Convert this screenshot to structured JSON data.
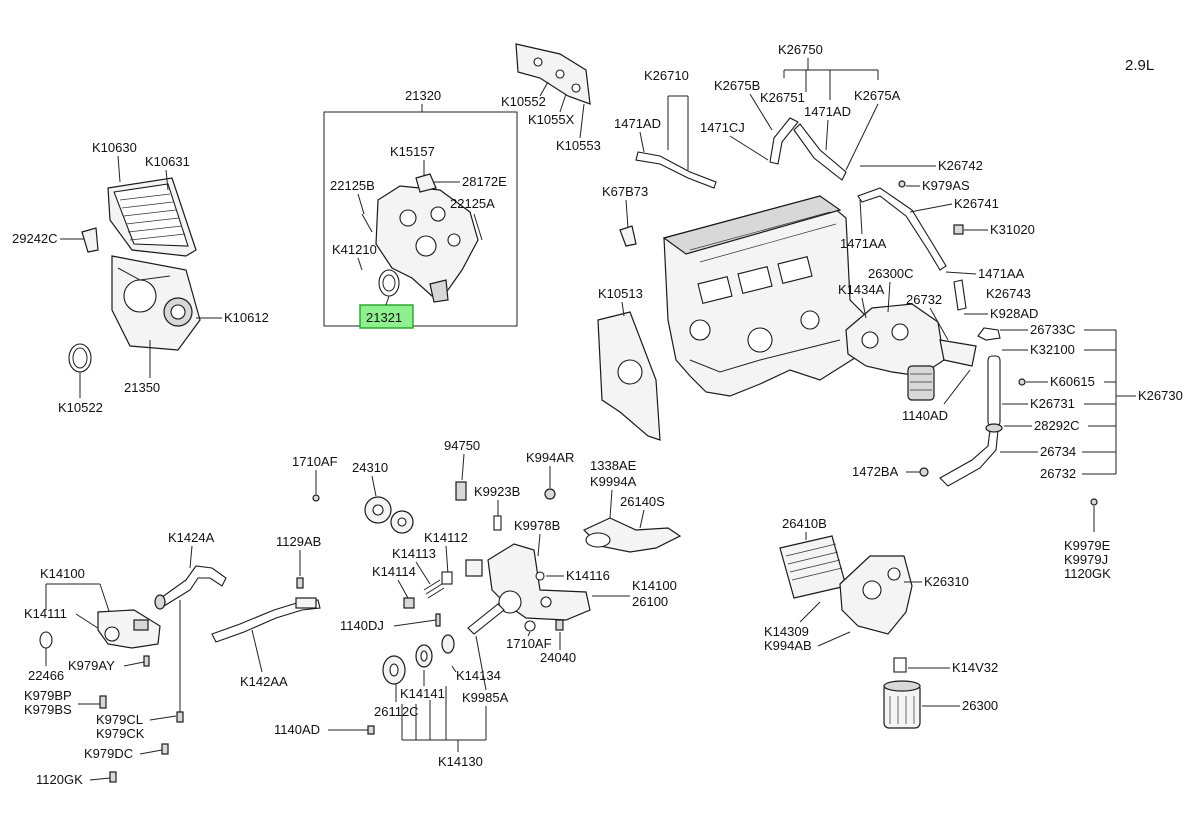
{
  "engine_variant": "2.9L",
  "labels": {
    "k26750": "K26750",
    "k26710": "K26710",
    "k2675b": "K2675B",
    "k26751": "K26751",
    "k1471ad_b": "1471AD",
    "k2675a": "K2675A",
    "k1471ad_a": "1471AD",
    "k1471cj": "1471CJ",
    "k26742": "K26742",
    "k979as": "K979AS",
    "k26741": "K26741",
    "k31020": "K31020",
    "k1471aa_a": "1471AA",
    "k1471aa_b": "1471AA",
    "k26743": "K26743",
    "k928ad": "K928AD",
    "k26733c": "26733C",
    "k32100": "K32100",
    "k60615": "K60615",
    "k26730": "K26730",
    "k26731": "K26731",
    "k28292c": "28292C",
    "k26734": "26734",
    "k26732_b": "26732",
    "k1472ba": "1472BA",
    "k1140ad_a": "1140AD",
    "k26732_a": "26732",
    "k26300c": "26300C",
    "k1434a": "K1434A",
    "k10513": "K10513",
    "k67b73": "K67B73",
    "k10552": "K10552",
    "k1055x": "K1055X",
    "k10553": "K10553",
    "k21320": "21320",
    "k15157": "K15157",
    "k28172e": "28172E",
    "k22125b": "22125B",
    "k22125a": "22125A",
    "k41210": "K41210",
    "k21321": "21321",
    "k10630": "K10630",
    "k10631": "K10631",
    "k29242c": "29242C",
    "k10612": "K10612",
    "k21350": "21350",
    "k10522": "K10522",
    "k1710af_a": "1710AF",
    "k24310": "24310",
    "k94750": "94750",
    "k994ar": "K994AR",
    "k1338ae": "1338AE",
    "k9994a": "K9994A",
    "k9923b": "K9923B",
    "k26140s": "26140S",
    "k9978b": "K9978B",
    "k14112": "K14112",
    "k14113": "K14113",
    "k14114": "K14114",
    "k14116": "K14116",
    "k14100_b": "K14100",
    "k26100": "26100",
    "k1140dj": "1140DJ",
    "k1710af_b": "1710AF",
    "k24040": "24040",
    "k14134": "K14134",
    "k14141": "K14141",
    "k26112c": "26112C",
    "k9985a": "K9985A",
    "k1140ad_b": "1140AD",
    "k14130": "K14130",
    "k1424a": "K1424A",
    "k1129ab": "1129AB",
    "k14100_a": "K14100",
    "k14111": "K14111",
    "k22466": "22466",
    "k979ay": "K979AY",
    "k979bp": "K979BP",
    "k979bs": "K979BS",
    "k979cl": "K979CL",
    "k979ck": "K979CK",
    "k979dc": "K979DC",
    "k1120gk_a": "1120GK",
    "k142aa": "K142AA",
    "k26410b": "26410B",
    "k26310": "K26310",
    "k14309": "K14309",
    "k994ab": "K994AB",
    "k14v32": "K14V32",
    "k26300": "26300",
    "k9979e": "K9979E",
    "k9979j": "K9979J",
    "k1120gk_b": "1120GK"
  },
  "highlighted_part": "21321",
  "colors": {
    "highlight_fill": "#8ef08e",
    "highlight_border": "#2fa82f",
    "line": "#222222",
    "background": "#ffffff"
  }
}
